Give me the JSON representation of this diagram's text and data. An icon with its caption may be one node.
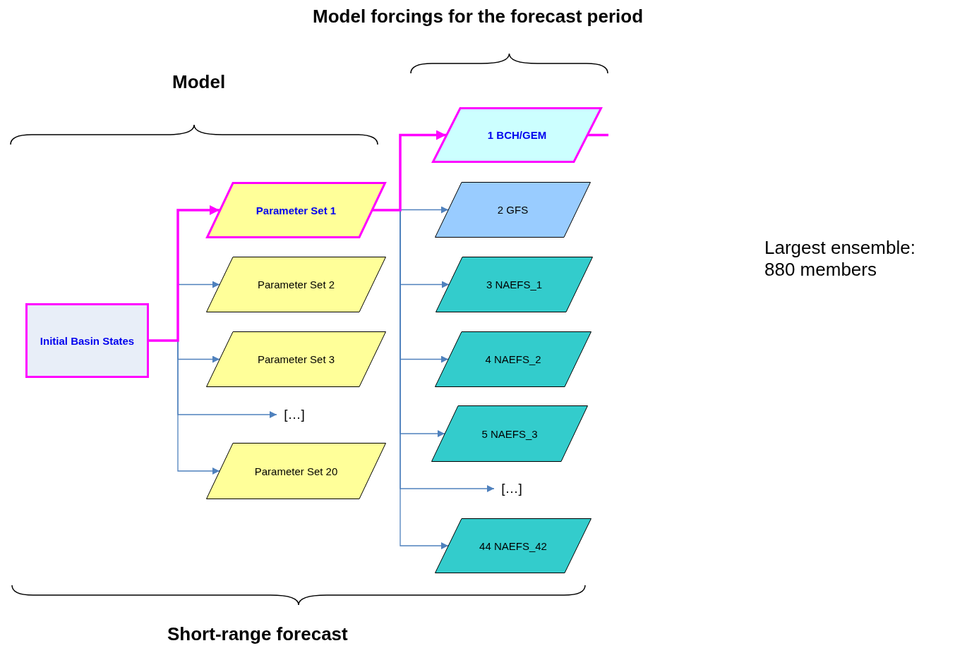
{
  "diagram": {
    "nodes": [
      {
        "text": [
          "Initial Basin States"
        ]
      },
      {
        "text": [
          "Parameter Set 1"
        ]
      },
      {
        "text": [
          "Parameter Set 2"
        ]
      },
      {
        "text": [
          "Parameter Set 3"
        ]
      },
      {
        "text": [
          "[…]"
        ]
      },
      {
        "text": [
          "Parameter Set 20"
        ]
      },
      {
        "text": [
          "1 BCH/GEM"
        ]
      },
      {
        "text": [
          "2 GFS"
        ]
      },
      {
        "text": [
          "3 NAEFS_1"
        ]
      },
      {
        "text": [
          "4 NAEFS_2"
        ]
      },
      {
        "text": [
          "5 NAEFS_3"
        ]
      },
      {
        "text": [
          "[…]"
        ]
      },
      {
        "text": [
          "44 NAEFS_42"
        ]
      }
    ],
    "edges": [
      {
        "from": 0,
        "to": 1,
        "arrow": "to",
        "style": "thick",
        "color": "#ff00ff"
      },
      {
        "from": 0,
        "to": 2,
        "arrow": "to"
      },
      {
        "from": 0,
        "to": 3,
        "arrow": "to"
      },
      {
        "from": 0,
        "to": 4,
        "arrow": "to"
      },
      {
        "from": 0,
        "to": 5,
        "arrow": "to"
      },
      {
        "from": 1,
        "to": 6,
        "arrow": "to",
        "style": "thick",
        "color": "#ff00ff"
      },
      {
        "from": 1,
        "to": 7,
        "arrow": "to"
      },
      {
        "from": 1,
        "to": 8,
        "arrow": "to"
      },
      {
        "from": 1,
        "to": 9,
        "arrow": "to"
      },
      {
        "from": 1,
        "to": 10,
        "arrow": "to"
      },
      {
        "from": 1,
        "to": 11,
        "arrow": "to"
      },
      {
        "from": 1,
        "to": 12,
        "arrow": "to"
      },
      {
        "from": 6,
        "to": null,
        "arrow": "none",
        "style": "thick",
        "color": "#ff00ff"
      }
    ],
    "labels": [
      "Model forcings for the forecast period",
      "Model",
      "Largest ensemble: 880 members",
      "Short-range forecast"
    ]
  }
}
